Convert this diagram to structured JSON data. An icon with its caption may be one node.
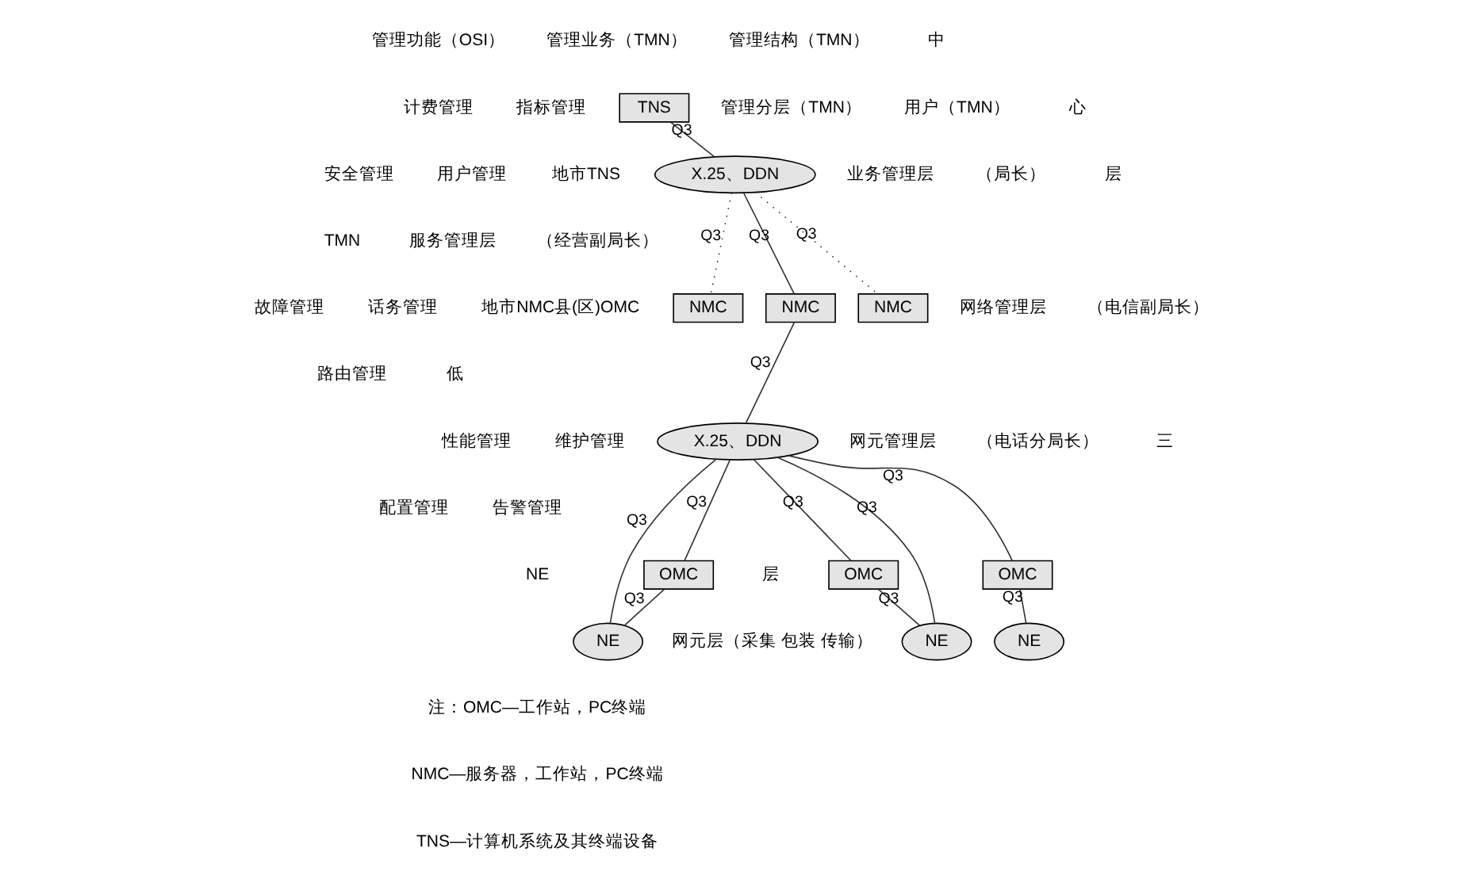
{
  "diagram": {
    "nodes": [
      {
        "text": [
          "TNS"
        ]
      },
      {
        "text": [
          "X.25、DDN"
        ]
      },
      {
        "text": [
          "NMC"
        ]
      },
      {
        "text": [
          "NMC"
        ]
      },
      {
        "text": [
          "NMC"
        ]
      },
      {
        "text": [
          "X.25、DDN"
        ]
      },
      {
        "text": [
          "OMC"
        ]
      },
      {
        "text": [
          "OMC"
        ]
      },
      {
        "text": [
          "OMC"
        ]
      },
      {
        "text": [
          "NE"
        ]
      },
      {
        "text": [
          "NE"
        ]
      },
      {
        "text": [
          "NE"
        ]
      }
    ],
    "edges": [
      {
        "from": 0,
        "to": 1,
        "arrow": "none",
        "label": "Q3"
      },
      {
        "from": 1,
        "to": 2,
        "arrow": "none",
        "label": "Q3",
        "style": "dashed"
      },
      {
        "from": 1,
        "to": 3,
        "arrow": "none",
        "label": "Q3"
      },
      {
        "from": 1,
        "to": 4,
        "arrow": "none",
        "label": "Q3",
        "style": "dashed"
      },
      {
        "from": 3,
        "to": 5,
        "arrow": "none",
        "label": "Q3"
      },
      {
        "from": 5,
        "to": 6,
        "arrow": "none",
        "label": "Q3"
      },
      {
        "from": 5,
        "to": 9,
        "arrow": "none",
        "label": "Q3"
      },
      {
        "from": 5,
        "to": 7,
        "arrow": "none",
        "label": "Q3"
      },
      {
        "from": 5,
        "to": 11,
        "arrow": "none",
        "label": "Q3"
      },
      {
        "from": 5,
        "to": 8,
        "arrow": "none",
        "label": "Q3"
      },
      {
        "from": 6,
        "to": 9,
        "arrow": "none",
        "label": "Q3"
      },
      {
        "from": 7,
        "to": 10,
        "arrow": "none",
        "label": "Q3"
      },
      {
        "from": 8,
        "to": 11,
        "arrow": "none",
        "label": "Q3"
      }
    ],
    "labels": [
      "管理功能（OSI）",
      "管理业务（TMN）",
      "管理结构（TMN）",
      "中",
      "计费管理",
      "指标管理",
      "管理分层（TMN）",
      "用户（TMN）",
      "心",
      "安全管理",
      "用户管理",
      "地市TNS",
      "业务管理层",
      "（局长）",
      "层",
      "TMN",
      "服务管理层",
      "（经营副局长）",
      "故障管理",
      "话务管理",
      "地市NMC县(区)OMC",
      "网络管理层",
      "（电信副局长）",
      "路由管理",
      "低",
      "性能管理",
      "维护管理",
      "网元管理层",
      "（电话分局长）",
      "三",
      "配置管理",
      "告警管理",
      "NE",
      "层",
      "网元层（采集 包装 传输）",
      "注：OMC—工作站，PC终端",
      "NMC—服务器，工作站，PC终端",
      "TNS—计算机系统及其终端设备"
    ]
  }
}
